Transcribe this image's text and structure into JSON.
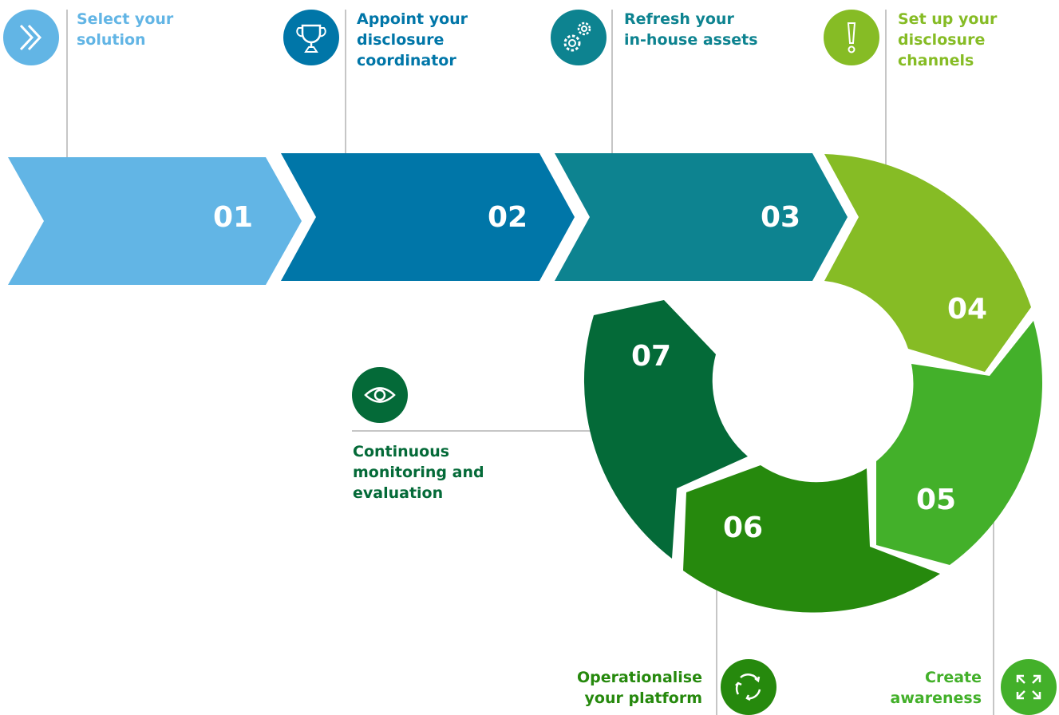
{
  "steps": [
    {
      "number": "01",
      "lines": [
        "Select your",
        "solution"
      ],
      "color": "#62b5e5",
      "icon": "double-chevron-right-icon"
    },
    {
      "number": "02",
      "lines": [
        "Appoint your",
        "disclosure",
        "coordinator"
      ],
      "color": "#0076a8",
      "icon": "trophy-icon"
    },
    {
      "number": "03",
      "lines": [
        "Refresh your",
        "in-house assets"
      ],
      "color": "#0d8390",
      "icon": "gears-icon"
    },
    {
      "number": "04",
      "lines": [
        "Set up your",
        "disclosure",
        "channels"
      ],
      "color": "#86bc25",
      "icon": "exclamation-icon"
    },
    {
      "number": "05",
      "lines": [
        "Create",
        "awareness"
      ],
      "color": "#43b02a",
      "icon": "expand-arrows-icon"
    },
    {
      "number": "06",
      "lines": [
        "Operationalise",
        "your platform"
      ],
      "color": "#26890d",
      "icon": "cycle-arrows-icon"
    },
    {
      "number": "07",
      "lines": [
        "Continuous",
        "monitoring and",
        "evaluation"
      ],
      "color": "#046a38",
      "icon": "eye-icon"
    }
  ]
}
